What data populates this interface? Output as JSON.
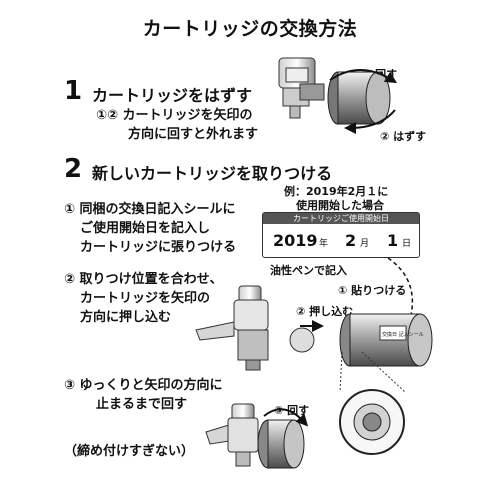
{
  "title": "カートリッジの交換方法",
  "step1": {
    "number": "1",
    "heading": "カートリッジをはずす",
    "desc_line1": "①② カートリッジを矢印の",
    "desc_line2": "方向に回すと外れます",
    "label_rotate": "① 回す",
    "label_remove": "② はずす"
  },
  "step2": {
    "number": "2",
    "heading": "新しいカートリッジを取りつける",
    "example_line1": "例：2019年2月１に",
    "example_line2": "使用開始した場合",
    "sticker": {
      "header": "カートリッジご使用開始日",
      "year": "2019",
      "year_unit": "年",
      "month": "2",
      "month_unit": "月",
      "day": "1",
      "day_unit": "日"
    },
    "pen_note": "油性ペンで記入",
    "item1_line1": "① 同梱の交換日記入シールに",
    "item1_line2": "ご使用開始日を記入し",
    "item1_line3": "カートリッジに張りつける",
    "item2_line1": "② 取りつけ位置を合わせ、",
    "item2_line2": "カートリッジを矢印の",
    "item2_line3": "方向に押し込む",
    "label_stick": "① 貼りつける",
    "label_push": "② 押し込む",
    "item3_line1": "③ ゆっくりと矢印の方向に",
    "item3_line2": "止まるまで回す",
    "label_turn": "③ 回す",
    "note": "（締め付けすぎない）",
    "cartridge_seal_text": "交換日 記入シール"
  }
}
